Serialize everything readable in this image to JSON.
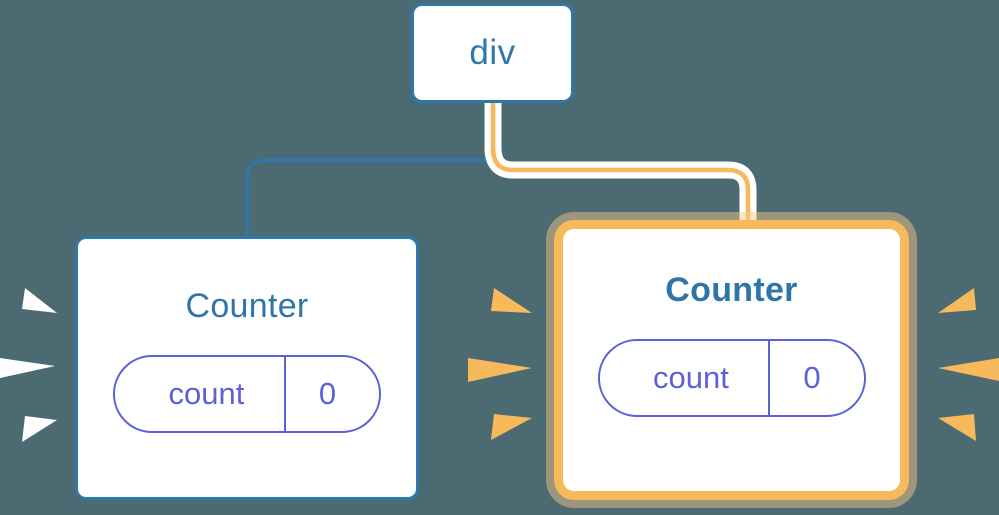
{
  "diagram": {
    "background_color": "#4c6a72",
    "title_text": "",
    "nodes": {
      "root": {
        "label": "div",
        "border_color": "#2e78ab",
        "state": "normal"
      },
      "counter_left": {
        "label": "Counter",
        "border_color": "#2e78ab",
        "state": "normal",
        "highlight_color": "#ffffff",
        "state_pill": {
          "key": "count",
          "value": "0",
          "color": "#5c62d6"
        }
      },
      "counter_right": {
        "label": "Counter",
        "border_color": "#f6b95c",
        "state": "highlighted",
        "highlight_color": "#f6b95c",
        "state_pill": {
          "key": "count",
          "value": "0",
          "color": "#5c62d6"
        }
      }
    },
    "edges": [
      {
        "name": "div-to-counter-left",
        "from": "root",
        "to": "counter_left",
        "color": "#2e78ab",
        "state": "normal"
      },
      {
        "name": "div-to-counter-right",
        "from": "root",
        "to": "counter_right",
        "color": "#f6b95c",
        "state": "highlighted"
      }
    ],
    "sparks": {
      "left_group_color": "#ffffff",
      "middle_group_color": "#f6b95c",
      "right_group_color": "#f6b95c",
      "rays_per_group": 3
    }
  }
}
